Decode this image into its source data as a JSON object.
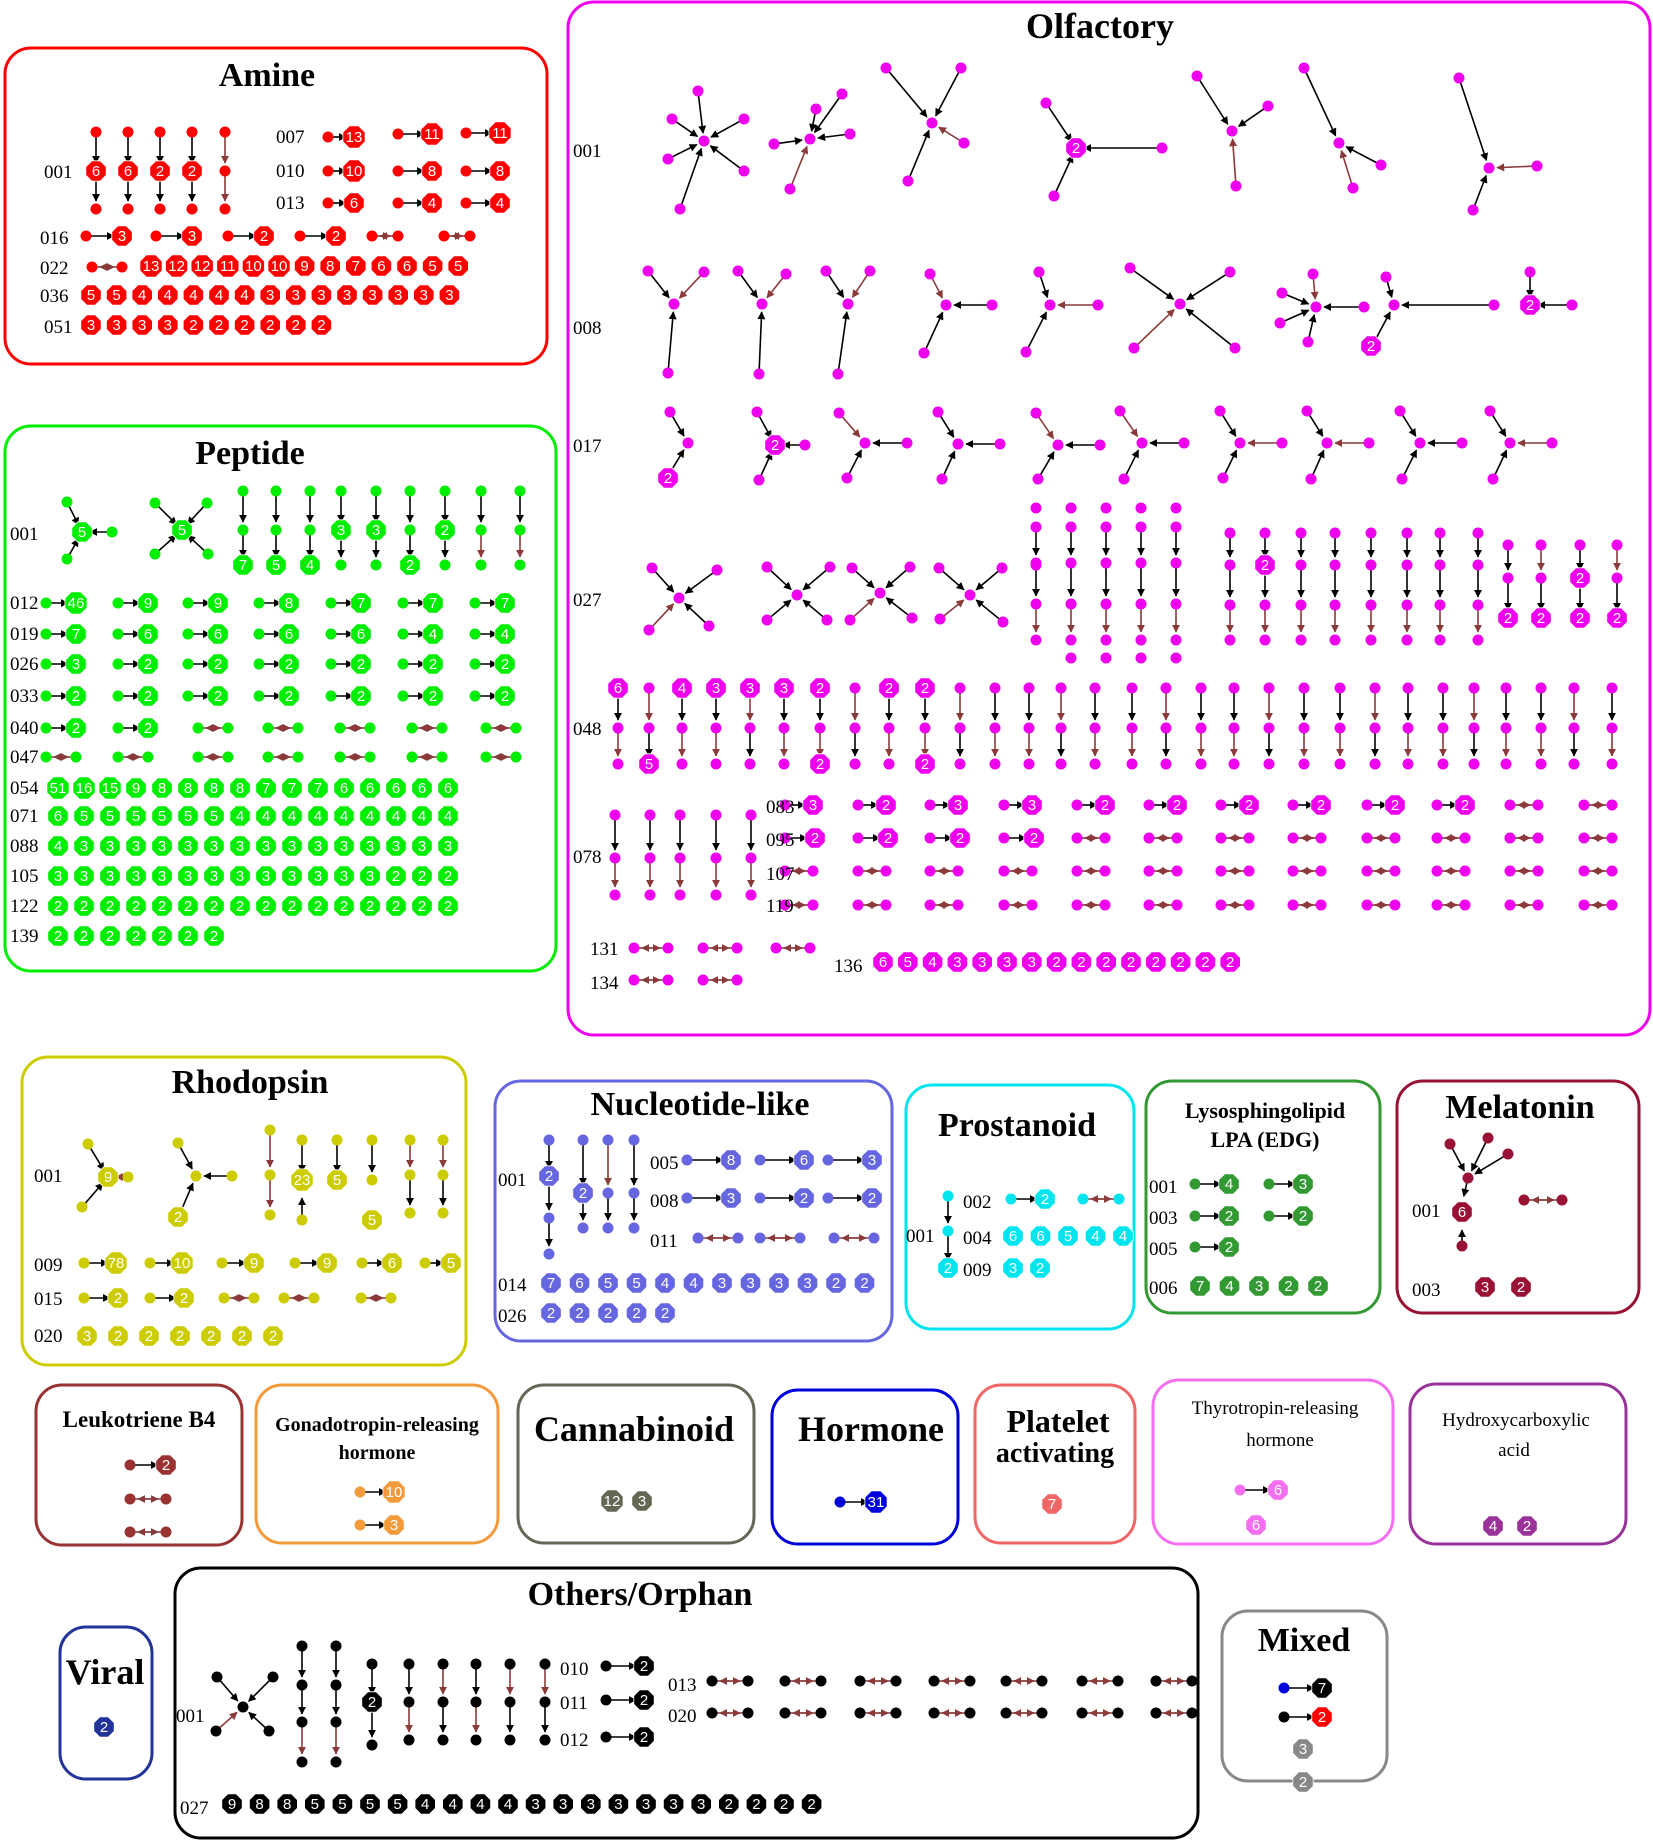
{
  "groups": {
    "amine": {
      "title": "Amine",
      "color": "#ff0000",
      "row_labels": [
        "001",
        "007",
        "010",
        "013",
        "016",
        "022",
        "036",
        "051"
      ],
      "rows": {
        "001": [
          "6",
          "6",
          "2",
          "2"
        ],
        "007": [
          "13",
          "11",
          "11"
        ],
        "010": [
          "10",
          "8",
          "8"
        ],
        "013": [
          "6",
          "4",
          "4"
        ],
        "016": [
          "3",
          "3",
          "2",
          "2"
        ],
        "022": [
          "13",
          "12",
          "12",
          "11",
          "10",
          "10",
          "9",
          "8",
          "7",
          "6",
          "6",
          "5",
          "5"
        ],
        "036": [
          "5",
          "5",
          "4",
          "4",
          "4",
          "4",
          "4",
          "3",
          "3",
          "3",
          "3",
          "3",
          "3",
          "3",
          "3"
        ],
        "051": [
          "3",
          "3",
          "3",
          "3",
          "2",
          "2",
          "2",
          "2",
          "2",
          "2"
        ]
      }
    },
    "peptide": {
      "title": "Peptide",
      "color": "#00ee00",
      "row_labels": [
        "001",
        "012",
        "019",
        "026",
        "033",
        "040",
        "047",
        "054",
        "071",
        "088",
        "105",
        "122",
        "139"
      ],
      "rows": {
        "001": [
          "5",
          "5",
          "7",
          "5",
          "4",
          "3",
          "3",
          "2",
          "2"
        ],
        "012": [
          "46",
          "9",
          "9",
          "8",
          "7",
          "7",
          "7"
        ],
        "019": [
          "7",
          "6",
          "6",
          "6",
          "6",
          "4",
          "4"
        ],
        "026": [
          "3",
          "2",
          "2",
          "2",
          "2",
          "2",
          "2"
        ],
        "033": [
          "2",
          "2",
          "2",
          "2",
          "2",
          "2",
          "2"
        ],
        "040": [
          "2",
          "2"
        ],
        "054": [
          "51",
          "16",
          "15",
          "9",
          "8",
          "8",
          "8",
          "8",
          "7",
          "7",
          "7",
          "6",
          "6",
          "6",
          "6",
          "6"
        ],
        "071": [
          "6",
          "5",
          "5",
          "5",
          "5",
          "5",
          "5",
          "4",
          "4",
          "4",
          "4",
          "4",
          "4",
          "4",
          "4",
          "4"
        ],
        "088": [
          "4",
          "3",
          "3",
          "3",
          "3",
          "3",
          "3",
          "3",
          "3",
          "3",
          "3",
          "3",
          "3",
          "3",
          "3",
          "3"
        ],
        "105": [
          "3",
          "3",
          "3",
          "3",
          "3",
          "3",
          "3",
          "3",
          "3",
          "3",
          "3",
          "3",
          "3",
          "2",
          "2",
          "2"
        ],
        "122": [
          "2",
          "2",
          "2",
          "2",
          "2",
          "2",
          "2",
          "2",
          "2",
          "2",
          "2",
          "2",
          "2",
          "2",
          "2",
          "2"
        ],
        "139": [
          "2",
          "2",
          "2",
          "2",
          "2",
          "2",
          "2"
        ]
      }
    },
    "olfactory": {
      "title": "Olfactory",
      "color": "#ee00ee",
      "row_labels": [
        "001",
        "008",
        "017",
        "027",
        "048",
        "078",
        "083",
        "095",
        "107",
        "119",
        "131",
        "134",
        "136"
      ],
      "rows": {
        "001": [
          "2"
        ],
        "008": [
          "2",
          "2"
        ],
        "017": [
          "2",
          "2"
        ],
        "027": [
          "2",
          "2",
          "2",
          "2",
          "2"
        ],
        "048": [
          "6",
          "5",
          "4",
          "3",
          "3",
          "3",
          "2",
          "2",
          "2",
          "2",
          "2"
        ],
        "083": [
          "3",
          "2",
          "3",
          "3",
          "2",
          "2",
          "2",
          "2",
          "2",
          "2"
        ],
        "095": [
          "2",
          "2",
          "2",
          "2"
        ],
        "136": [
          "6",
          "5",
          "4",
          "3",
          "3",
          "3",
          "3",
          "2",
          "2",
          "2",
          "2",
          "2",
          "2",
          "2",
          "2"
        ]
      }
    },
    "rhodopsin": {
      "title": "Rhodopsin",
      "color": "#cccc00",
      "row_labels": [
        "001",
        "009",
        "015",
        "020"
      ],
      "rows": {
        "001": [
          "9",
          "2",
          "23",
          "5",
          "5"
        ],
        "009": [
          "78",
          "10",
          "9",
          "9",
          "6",
          "5"
        ],
        "015": [
          "2",
          "2"
        ],
        "020": [
          "3",
          "2",
          "2",
          "2",
          "2",
          "2",
          "2"
        ]
      }
    },
    "nucleotide": {
      "title": "Nucleotide-like",
      "color": "#6666e0",
      "row_labels": [
        "001",
        "005",
        "008",
        "011",
        "014",
        "026"
      ],
      "rows": {
        "001": [
          "2",
          "2"
        ],
        "005": [
          "8",
          "6",
          "3"
        ],
        "008": [
          "3",
          "2",
          "2"
        ],
        "014": [
          "7",
          "6",
          "5",
          "5",
          "4",
          "4",
          "3",
          "3",
          "3",
          "3",
          "2",
          "2"
        ],
        "026": [
          "2",
          "2",
          "2",
          "2",
          "2"
        ]
      }
    },
    "prostanoid": {
      "title": "Prostanoid",
      "color": "#00e5ee",
      "row_labels": [
        "001",
        "002",
        "004",
        "009"
      ],
      "rows": {
        "001": [
          "2"
        ],
        "002": [
          "2"
        ],
        "004": [
          "6",
          "6",
          "5",
          "4",
          "4"
        ],
        "009": [
          "3",
          "2"
        ]
      }
    },
    "lysosphingolipid": {
      "title_line1": "Lysosphingolipid",
      "title_line2": "LPA (EDG)",
      "color": "#339933",
      "row_labels": [
        "001",
        "003",
        "005",
        "006"
      ],
      "rows": {
        "001": [
          "4",
          "3"
        ],
        "003": [
          "2",
          "2"
        ],
        "005": [
          "2"
        ],
        "006": [
          "7",
          "4",
          "3",
          "2",
          "2"
        ]
      }
    },
    "melatonin": {
      "title": "Melatonin",
      "color": "#991133",
      "row_labels": [
        "001",
        "003"
      ],
      "rows": {
        "001": [
          "6"
        ],
        "003": [
          "3",
          "2"
        ]
      }
    },
    "leukotriene": {
      "title": "Leukotriene B4",
      "color": "#993333",
      "nodes": [
        "2"
      ]
    },
    "gonadotropin": {
      "title_line1": "Gonadotropin-releasing",
      "title_line2": "hormone",
      "color": "#f39a3b",
      "nodes": [
        "10",
        "3"
      ]
    },
    "cannabinoid": {
      "title": "Cannabinoid",
      "color": "#666655",
      "nodes": [
        "12",
        "3"
      ]
    },
    "hormone": {
      "title": "Hormone",
      "color": "#0000dd",
      "nodes": [
        "31"
      ]
    },
    "platelet": {
      "title_line1": "Platelet",
      "title_line2": "activating",
      "color": "#f06666",
      "nodes": [
        "7"
      ]
    },
    "thyrotropin": {
      "title_line1": "Thyrotropin-releasing",
      "title_line2": "hormone",
      "color": "#f46fef",
      "nodes": [
        "6",
        "6"
      ]
    },
    "hydroxycarboxylic": {
      "title_line1": "Hydroxycarboxylic",
      "title_line2": "acid",
      "color": "#993399",
      "nodes": [
        "4",
        "2"
      ]
    },
    "viral": {
      "title": "Viral",
      "color": "#223399",
      "nodes": [
        "2"
      ]
    },
    "others": {
      "title": "Others/Orphan",
      "color": "#000000",
      "row_labels": [
        "001",
        "010",
        "011",
        "012",
        "013",
        "020",
        "027"
      ],
      "rows": {
        "001": [
          "2"
        ],
        "010": [
          "2"
        ],
        "011": [
          "2"
        ],
        "012": [
          "2"
        ],
        "027": [
          "9",
          "8",
          "8",
          "5",
          "5",
          "5",
          "5",
          "4",
          "4",
          "4",
          "4",
          "3",
          "3",
          "3",
          "3",
          "3",
          "3",
          "3",
          "2",
          "2",
          "2",
          "2"
        ]
      }
    },
    "mixed": {
      "title": "Mixed",
      "color": "#888888",
      "nodes": [
        "7",
        "2",
        "3",
        "2"
      ]
    }
  }
}
